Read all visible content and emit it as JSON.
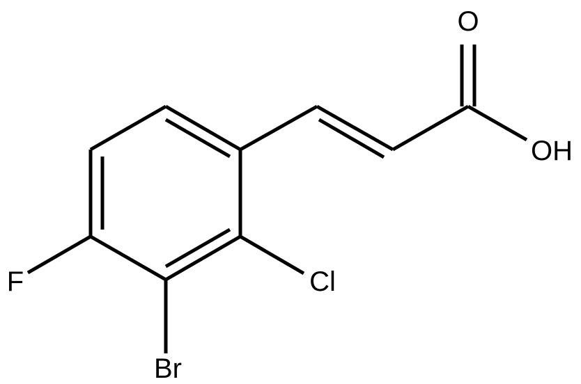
{
  "molecule": {
    "atoms": {
      "oxygen_carbonyl": "O",
      "hydroxyl": "OH",
      "chlorine": "Cl",
      "fluorine": "F",
      "bromine": "Br"
    }
  },
  "colors": {
    "bond": "#000000",
    "label": "#000000",
    "background": "#ffffff"
  }
}
